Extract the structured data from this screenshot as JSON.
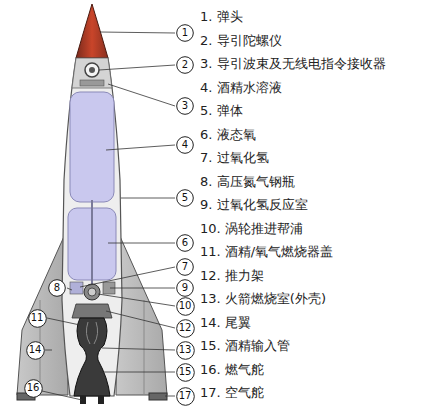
{
  "diagram": {
    "nodes": [
      {
        "text": [
          "1"
        ]
      },
      {
        "text": [
          "2"
        ]
      },
      {
        "text": [
          "3"
        ]
      },
      {
        "text": [
          "4"
        ]
      },
      {
        "text": [
          "5"
        ]
      },
      {
        "text": [
          "6"
        ]
      },
      {
        "text": [
          "7"
        ]
      },
      {
        "text": [
          "8"
        ]
      },
      {
        "text": [
          "9"
        ]
      },
      {
        "text": [
          "10"
        ]
      },
      {
        "text": [
          "11"
        ]
      },
      {
        "text": [
          "12"
        ]
      },
      {
        "text": [
          "13"
        ]
      },
      {
        "text": [
          "14"
        ]
      },
      {
        "text": [
          "15"
        ]
      },
      {
        "text": [
          "16"
        ]
      },
      {
        "text": [
          "17"
        ]
      }
    ],
    "labels": [
      "1. 弹头",
      "2. 导引陀螺仪",
      "3. 导引波束及无线电指令接收器",
      "4. 酒精水溶液",
      "5. 弹体",
      "6. 液态氧",
      "7. 过氧化氢",
      "8. 高压氮气钢瓶",
      "9. 过氧化氢反应室",
      "10. 涡轮推进帮浦",
      "11. 酒精/氧气燃烧器盖",
      "12. 推力架",
      "13. 火箭燃烧室(外壳)",
      "14. 尾翼",
      "15. 酒精输入管",
      "16. 燃气舵",
      "17. 空气舵"
    ]
  }
}
